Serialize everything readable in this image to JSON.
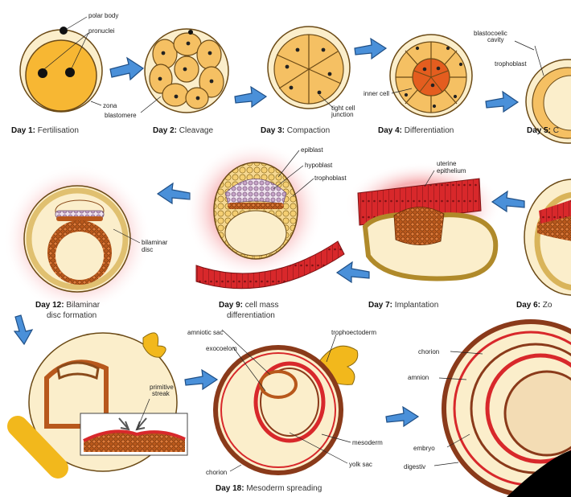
{
  "labels": {
    "polar_body": "polar body",
    "pronuclei": "pronuclei",
    "zona": "zona",
    "blastomere": "blastomere",
    "tight_cell": "tight cell",
    "junction": "junction",
    "inner_cell": "inner cell",
    "blastocoelic": "blastocoelic",
    "cavity": "cavity",
    "trophoblast": "trophoblast",
    "epiblast": "epiblast",
    "hypoblast": "hypoblast",
    "trophoblast_9": "trophoblast",
    "uterine": "uterine",
    "epithelium": "epithelium",
    "bilaminar": "bilaminar",
    "disc": "disc",
    "primitive": "primitive",
    "streak": "streak",
    "amniotic_sac": "amniotic sac",
    "exocoelom": "exocoelom",
    "trophoectoderm": "trophoectoderm",
    "mesoderm": "mesoderm",
    "yolk_sac": "yolk sac",
    "chorion_18": "chorion",
    "chorion_r": "chorion",
    "amnion": "amnion",
    "embryo": "embryo",
    "digestive": "digestiv"
  },
  "captions": {
    "d1_bold": "Day 1:",
    "d1_text": " Fertilisation",
    "d2_bold": "Day 2:",
    "d2_text": " Cleavage",
    "d3_bold": "Day 3:",
    "d3_text": " Compaction",
    "d4_bold": "Day 4:",
    "d4_text": " Differentiation",
    "d5_bold": "Day 5:",
    "d5_text": " C",
    "d6_bold": "Day 6:",
    "d6_text": " Zo",
    "d7_bold": "Day 7:",
    "d7_text": " Implantation",
    "d9_bold": "Day 9:",
    "d9_text": " cell mass",
    "d9_line2": "differentiation",
    "d12_bold": "Day 12:",
    "d12_text": " Bilaminar",
    "d12_line2": "disc formation",
    "d18_bold": "Day 18:",
    "d18_text": " Mesoderm spreading"
  },
  "colors": {
    "yolk": "#f7b733",
    "cell": "#f5c063",
    "cream": "#fbeecb",
    "membrane": "#8a4a1a",
    "red": "#d8282b",
    "pink_glow": "#f5a3a6",
    "blue_arrow": "#4a90d9",
    "mustard": "#f2b81c",
    "purple": "#c6a4c8"
  }
}
